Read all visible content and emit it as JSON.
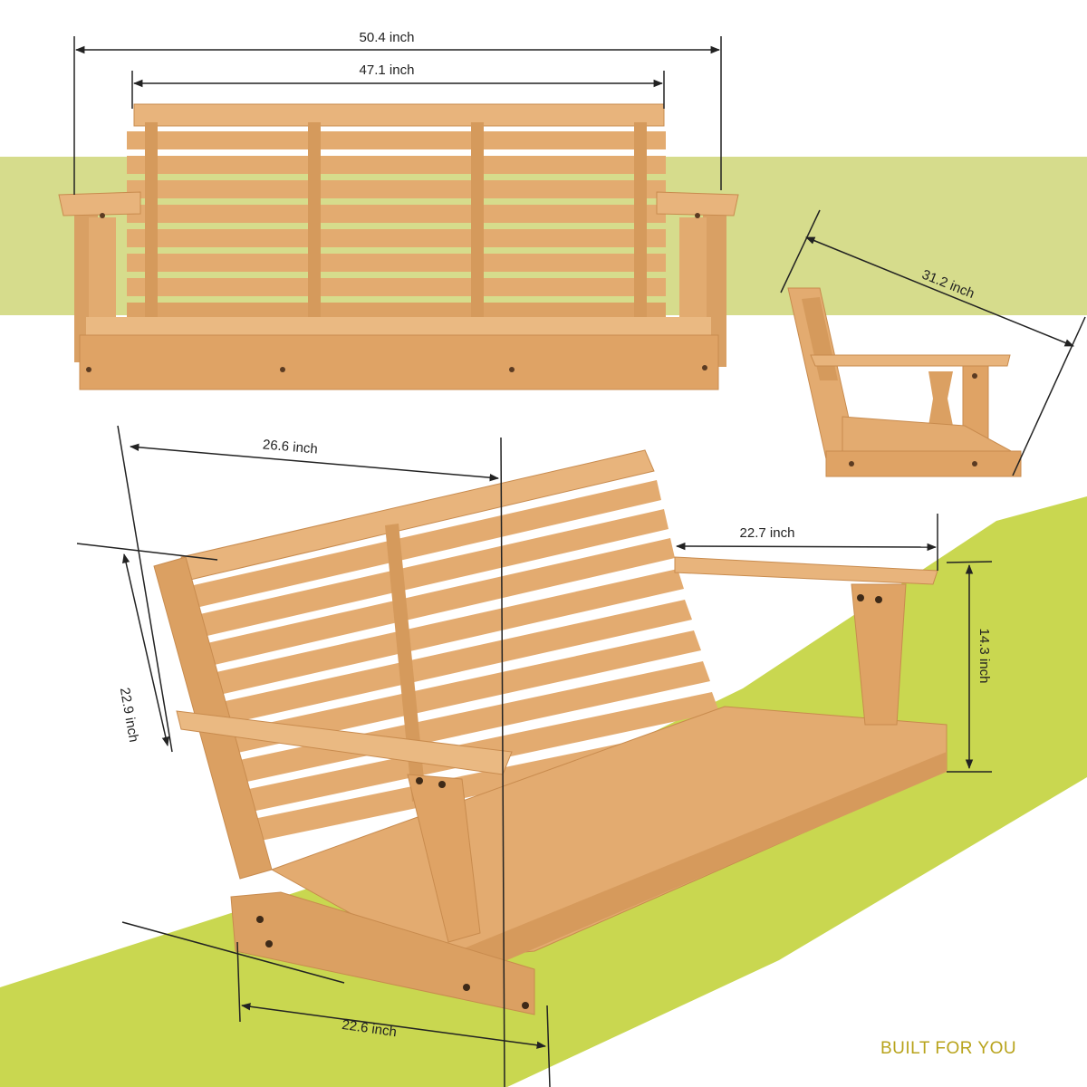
{
  "colors": {
    "background": "#ffffff",
    "accent_band": "#d6dc8c",
    "accent_floor": "#c9d750",
    "wood": "#e0a668",
    "wood_dark": "#c88b4e",
    "wood_light": "#eab982",
    "tagline": "#b8a31b",
    "dimension_line": "#222222"
  },
  "front_view": {
    "overall_width": "50.4 inch",
    "backrest_width": "47.1 inch"
  },
  "side_view": {
    "depth": "31.2 inch"
  },
  "perspective_view": {
    "backrest_height": "26.6 inch",
    "armrest_length": "22.7 inch",
    "armrest_height": "14.3 inch",
    "overall_height": "22.9 inch",
    "seat_depth": "22.6 inch"
  },
  "tagline": "BUILT FOR YOU"
}
